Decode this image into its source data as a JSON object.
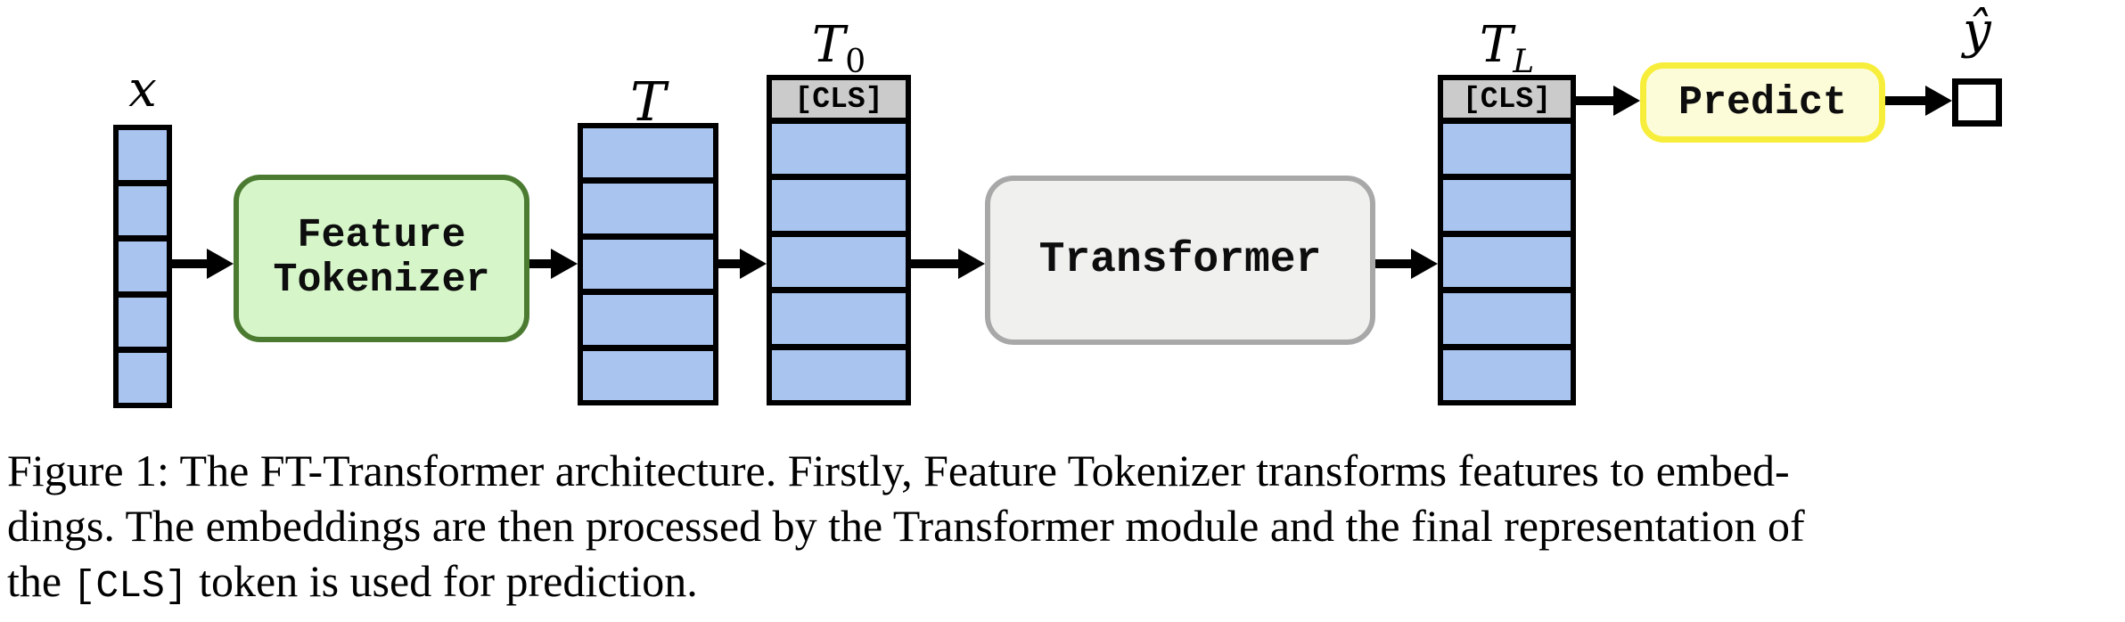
{
  "diagram": {
    "input_label": "x",
    "t_label": "T",
    "t0_label": {
      "base": "T",
      "sub": "0"
    },
    "tl_label": {
      "base": "T",
      "sub": "L"
    },
    "output_label": "ŷ",
    "cls_token": "[CLS]",
    "feature_tokenizer": {
      "line1": "Feature",
      "line2": "Tokenizer"
    },
    "transformer_label": "Transformer",
    "predict_label": "Predict",
    "colors": {
      "cell_blue": "#a8c4ef",
      "cls_gray": "#cbcbcb",
      "tokenizer_fill": "#d6f6ca",
      "tokenizer_border": "#4b7b31",
      "transformer_fill": "#f0f0ee",
      "transformer_border": "#a8a8a8",
      "predict_fill": "#fdfcd9",
      "predict_border": "#f7ee3c"
    }
  },
  "caption": {
    "lines": [
      "Figure 1: The FT-Transformer architecture. Firstly, Feature Tokenizer transforms features to embed-",
      "dings. The embeddings are then processed by the Transformer module and the final representation of"
    ],
    "line3_prefix": "the ",
    "line3_code": "[CLS]",
    "line3_suffix": " token is used for prediction."
  }
}
